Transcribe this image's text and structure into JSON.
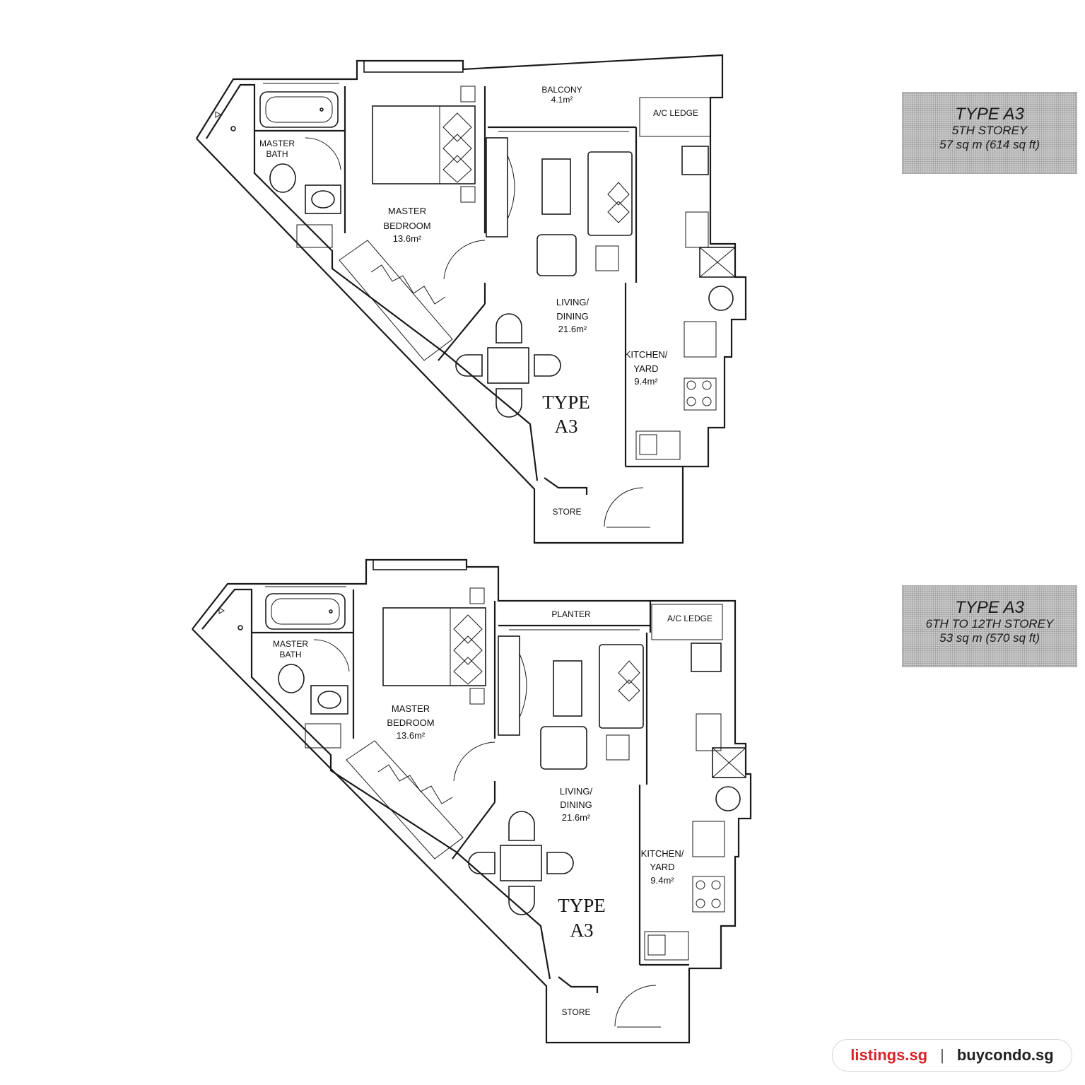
{
  "plans": [
    {
      "rooms": {
        "balcony": "BALCONY",
        "balcony_area": "4.1m²",
        "ac_ledge": "A/C LEDGE",
        "master_bath_1": "MASTER",
        "master_bath_2": "BATH",
        "master_bedroom_1": "MASTER",
        "master_bedroom_2": "BEDROOM",
        "master_bedroom_area": "13.6m²",
        "living_1": "LIVING/",
        "living_2": "DINING",
        "living_area": "21.6m²",
        "kitchen_1": "KITCHEN/",
        "kitchen_2": "YARD",
        "kitchen_area": "9.4m²",
        "store": "STORE",
        "type_1": "TYPE",
        "type_2": "A3"
      },
      "plate": {
        "title": "TYPE A3",
        "storey": "5TH STOREY",
        "size": "57 sq m (614 sq ft)"
      }
    },
    {
      "rooms": {
        "planter": "PLANTER",
        "ac_ledge": "A/C LEDGE",
        "master_bath_1": "MASTER",
        "master_bath_2": "BATH",
        "master_bedroom_1": "MASTER",
        "master_bedroom_2": "BEDROOM",
        "master_bedroom_area": "13.6m²",
        "living_1": "LIVING/",
        "living_2": "DINING",
        "living_area": "21.6m²",
        "kitchen_1": "KITCHEN/",
        "kitchen_2": "YARD",
        "kitchen_area": "9.4m²",
        "store": "STORE",
        "type_1": "TYPE",
        "type_2": "A3"
      },
      "plate": {
        "title": "TYPE A3",
        "storey": "6TH TO 12TH STOREY",
        "size": "53 sq m (570 sq ft)"
      }
    }
  ],
  "brand": {
    "left": "listings.sg",
    "separator": "|",
    "right": "buycondo.sg",
    "left_color": "#d8232a"
  }
}
